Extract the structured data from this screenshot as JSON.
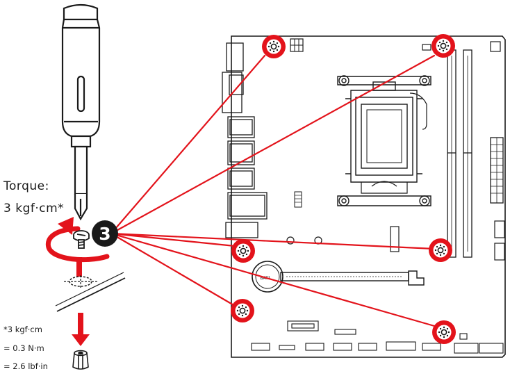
{
  "torque": {
    "label": "Torque:",
    "value": "3 kgf·cm*"
  },
  "conversion": {
    "line1": "*3 kgf·cm",
    "line2": "= 0.3 N·m",
    "line3": "= 2.6 lbf·in"
  },
  "step_badge": "3",
  "board": {
    "battery_label": "BAT1"
  },
  "colors": {
    "accent": "#e3131b",
    "ink": "#1a1a1a",
    "board_fill": "#ffffff"
  },
  "icons": {
    "screwdriver": "screwdriver-icon",
    "rotation_arrow": "clockwise-arrow-icon",
    "screw": "screw-icon",
    "standoff": "standoff-icon",
    "mounting_hole": "mounting-hole-icon"
  }
}
